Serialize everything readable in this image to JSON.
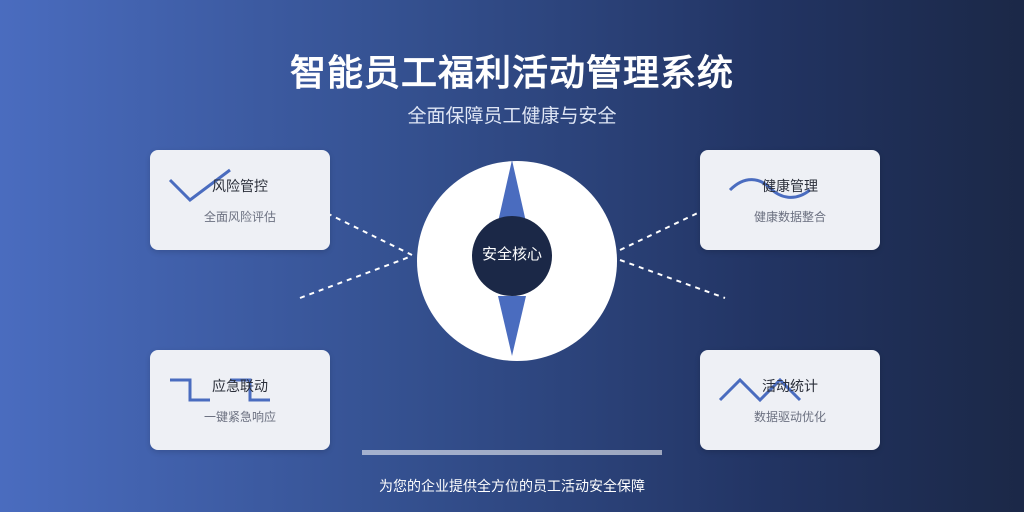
{
  "header": {
    "title": "智能员工福利活动管理系统",
    "subtitle": "全面保障员工健康与安全"
  },
  "core": {
    "label": "安全核心"
  },
  "cards": {
    "risk": {
      "title": "风险管控",
      "desc": "全面风险评估"
    },
    "health": {
      "title": "健康管理",
      "desc": "健康数据整合"
    },
    "emergency": {
      "title": "应急联动",
      "desc": "一键紧急响应"
    },
    "activity": {
      "title": "活动统计",
      "desc": "数据驱动优化"
    }
  },
  "footer": {
    "text": "为您的企业提供全方位的员工活动安全保障"
  },
  "colors": {
    "accent": "#4a6cbf",
    "core_fill": "#1b2847",
    "card_bg": "#eef0f5"
  }
}
